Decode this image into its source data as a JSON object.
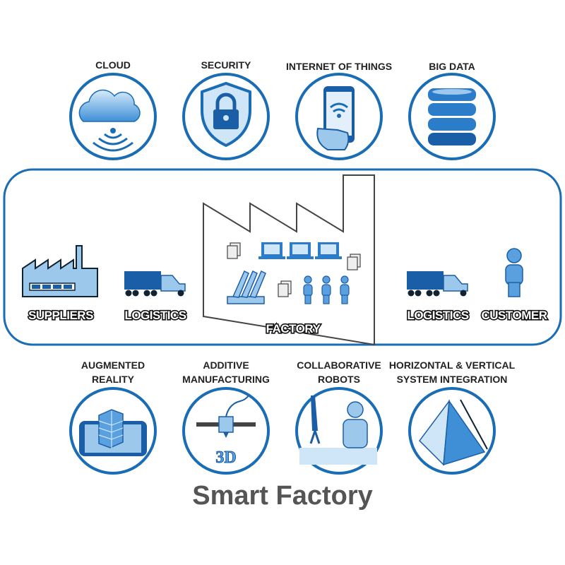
{
  "top_items": [
    {
      "label": "CLOUD",
      "icon": "cloud-icon"
    },
    {
      "label": "SECURITY",
      "icon": "padlock-shield-icon"
    },
    {
      "label": "INTERNET OF THINGS",
      "icon": "smartphone-wifi-icon"
    },
    {
      "label": "BIG DATA",
      "icon": "database-icon"
    }
  ],
  "chain": {
    "suppliers": "SUPPLIERS",
    "logistics_in": "LOGISTICS",
    "factory": "FACTORY",
    "logistics_out": "LOGISTICS",
    "customer": "CUSTOMER"
  },
  "bottom_items": [
    {
      "label_1": "AUGMENTED",
      "label_2": "REALITY",
      "icon": "tablet-ar-icon"
    },
    {
      "label_1": "ADDITIVE",
      "label_2": "MANUFACTURING",
      "icon": "3d-printer-icon"
    },
    {
      "label_1": "COLLABORATIVE",
      "label_2": "ROBOTS",
      "icon": "robot-arm-person-icon"
    },
    {
      "label_1": "HORIZONTAL & VERTICAL",
      "label_2": "SYSTEM INTEGRATION",
      "icon": "pyramid-icon"
    }
  ],
  "title": "Smart Factory",
  "colors": {
    "accent": "#1a6db5",
    "light": "#9cc8ec",
    "dark": "#1b5ea8"
  }
}
